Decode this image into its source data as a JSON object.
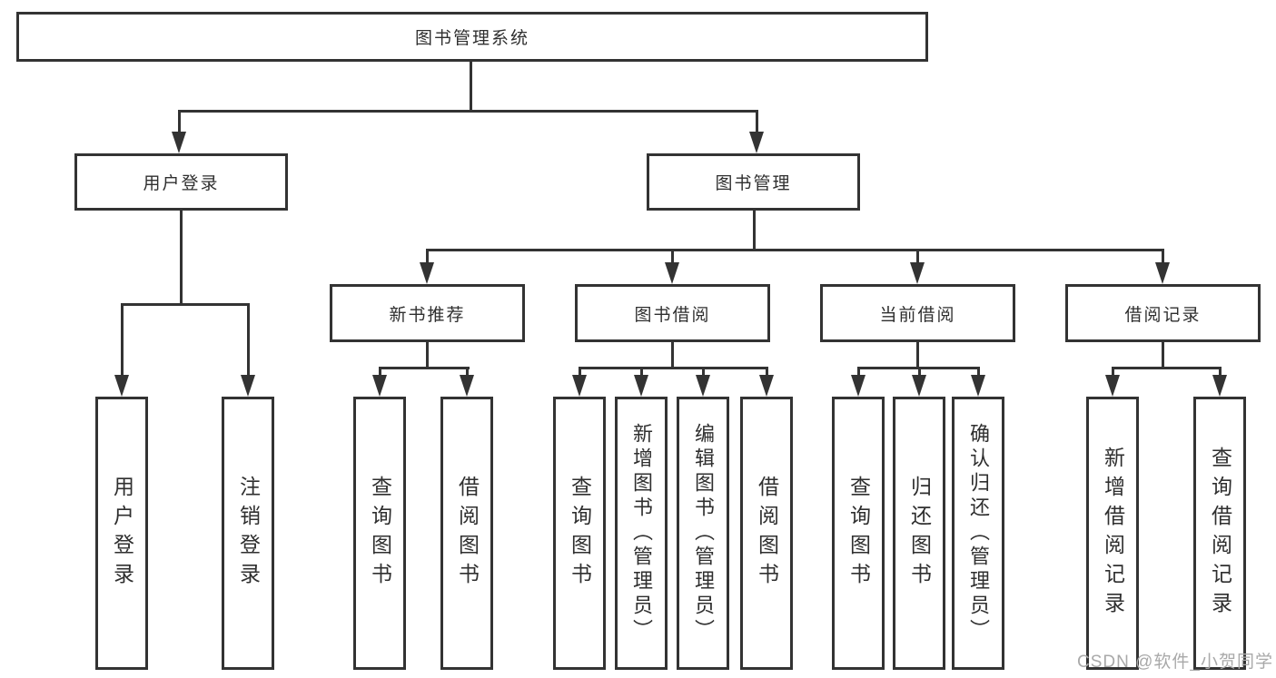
{
  "diagram": {
    "type": "hierarchy-tree",
    "root": {
      "label": "图书管理系统",
      "children": [
        {
          "label": "用户登录",
          "children": [
            {
              "label": "用户登录"
            },
            {
              "label": "注销登录"
            }
          ]
        },
        {
          "label": "图书管理",
          "children": [
            {
              "label": "新书推荐",
              "children": [
                {
                  "label": "查询图书"
                },
                {
                  "label": "借阅图书"
                }
              ]
            },
            {
              "label": "图书借阅",
              "children": [
                {
                  "label": "查询图书"
                },
                {
                  "label": "新增图书（管理员）"
                },
                {
                  "label": "编辑图书（管理员）"
                },
                {
                  "label": "借阅图书"
                }
              ]
            },
            {
              "label": "当前借阅",
              "children": [
                {
                  "label": "查询图书"
                },
                {
                  "label": "归还图书"
                },
                {
                  "label": "确认归还（管理员）"
                }
              ]
            },
            {
              "label": "借阅记录",
              "children": [
                {
                  "label": "新增借阅记录"
                },
                {
                  "label": "查询借阅记录"
                }
              ]
            }
          ]
        }
      ]
    },
    "colors": {
      "line": "#333333",
      "text": "#2f2f2f",
      "background": "#ffffff",
      "watermark": "#a9a9a9"
    }
  },
  "watermark": {
    "text": "CSDN @软件_小贺同学"
  }
}
